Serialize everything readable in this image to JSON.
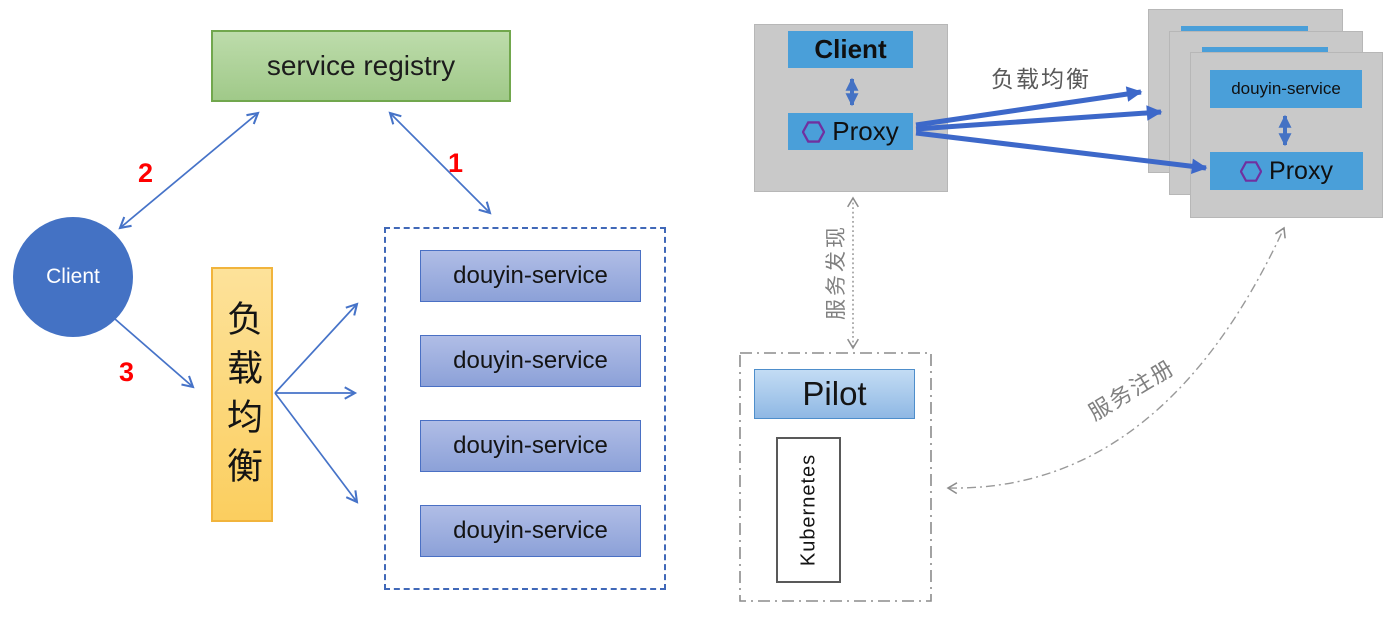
{
  "left": {
    "registry_label": "service registry",
    "client_label": "Client",
    "lb_label": "负载均衡",
    "services": [
      "douyin-service",
      "douyin-service",
      "douyin-service",
      "douyin-service"
    ],
    "step1": "1",
    "step2": "2",
    "step3": "3"
  },
  "right": {
    "client_pod": {
      "client_label": "Client",
      "proxy_label": "Proxy"
    },
    "lb_label": "负载均衡",
    "service_pod": {
      "service_label": "douyin-service",
      "proxy_label": "Proxy"
    },
    "pilot": {
      "pilot_label": "Pilot",
      "kubernetes_label": "Kubernetes"
    },
    "discovery_label": "服务发现",
    "registration_label": "服务注册"
  },
  "icons": {
    "proxy_hexagon": "hexagon-outline"
  },
  "colors": {
    "accent_royal_blue": "#4472C4",
    "thick_arrow_blue": "#3D68C9",
    "thin_arrow_blue": "#4673C8",
    "sky_blue_box": "#4A9FD9",
    "green_fill": "#A9D18E",
    "green_border": "#71A74D",
    "orange_fill": "#FBCE5F",
    "orange_border": "#F1B43C",
    "service_box_fill": "#8CA1D8",
    "pod_gray": "#C9C9C9",
    "pilot_fill": "#9DC3E6",
    "purple_hexagon": "#7030A0",
    "gray_line": "#8C8C8C",
    "red_number": "#FF0000"
  }
}
